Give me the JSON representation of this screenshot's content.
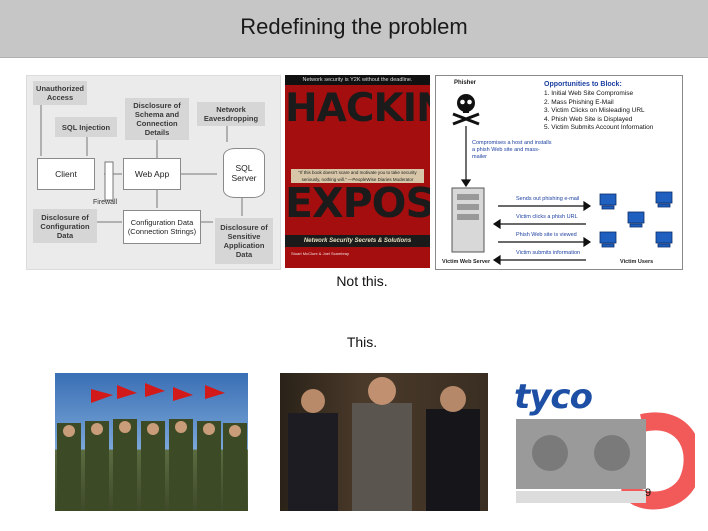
{
  "slide": {
    "title": "Redefining the problem",
    "not_this": "Not this.",
    "this": "This.",
    "page_number": "9"
  },
  "diagram": {
    "unauthorized_access": "Unauthorized Access",
    "sql_injection": "SQL Injection",
    "disclosure_schema": "Disclosure of Schema and Connection Details",
    "network_eavesdropping": "Network Eavesdropping",
    "client": "Client",
    "web_app": "Web App",
    "sql_server": "SQL Server",
    "firewall": "Firewall",
    "disclosure_config": "Disclosure of Configuration Data",
    "config_data": "Configuration Data (Connection Strings)",
    "disclosure_sensitive": "Disclosure of Sensitive Application Data"
  },
  "book": {
    "top_line": "Network security is Y2K without the deadline.",
    "word1": "HACKING",
    "word2": "EXPOSED",
    "quote": "\"If this book doesn't scare and motivate you to take security seriously, nothing will.\" —PeopleWise Diaries Moderator",
    "subtitle": "Network Security Secrets & Solutions",
    "authors": "Stuart McClure & Joel Scambray"
  },
  "phish": {
    "phisher": "Phisher",
    "opportunities_title": "Opportunities to Block:",
    "opportunities": [
      "1. Initial Web Site Compromise",
      "2. Mass Phishing E-Mail",
      "3. Victim Clicks on Misleading URL",
      "4. Phish Web Site is Displayed",
      "5. Victim Submits Account Information"
    ],
    "compromise_note": "Compromises a host and installs a phish Web site and mass-mailer",
    "sends_email": "Sends out phishing e-mail",
    "victim_clicks": "Victim clicks a phish URL",
    "site_viewed": "Phish Web site is viewed",
    "victim_submits": "Victim submits information",
    "victim_web_server": "Victim Web Server",
    "victim_users": "Victim Users"
  },
  "photos": {
    "tyco_logo": "tyco"
  }
}
